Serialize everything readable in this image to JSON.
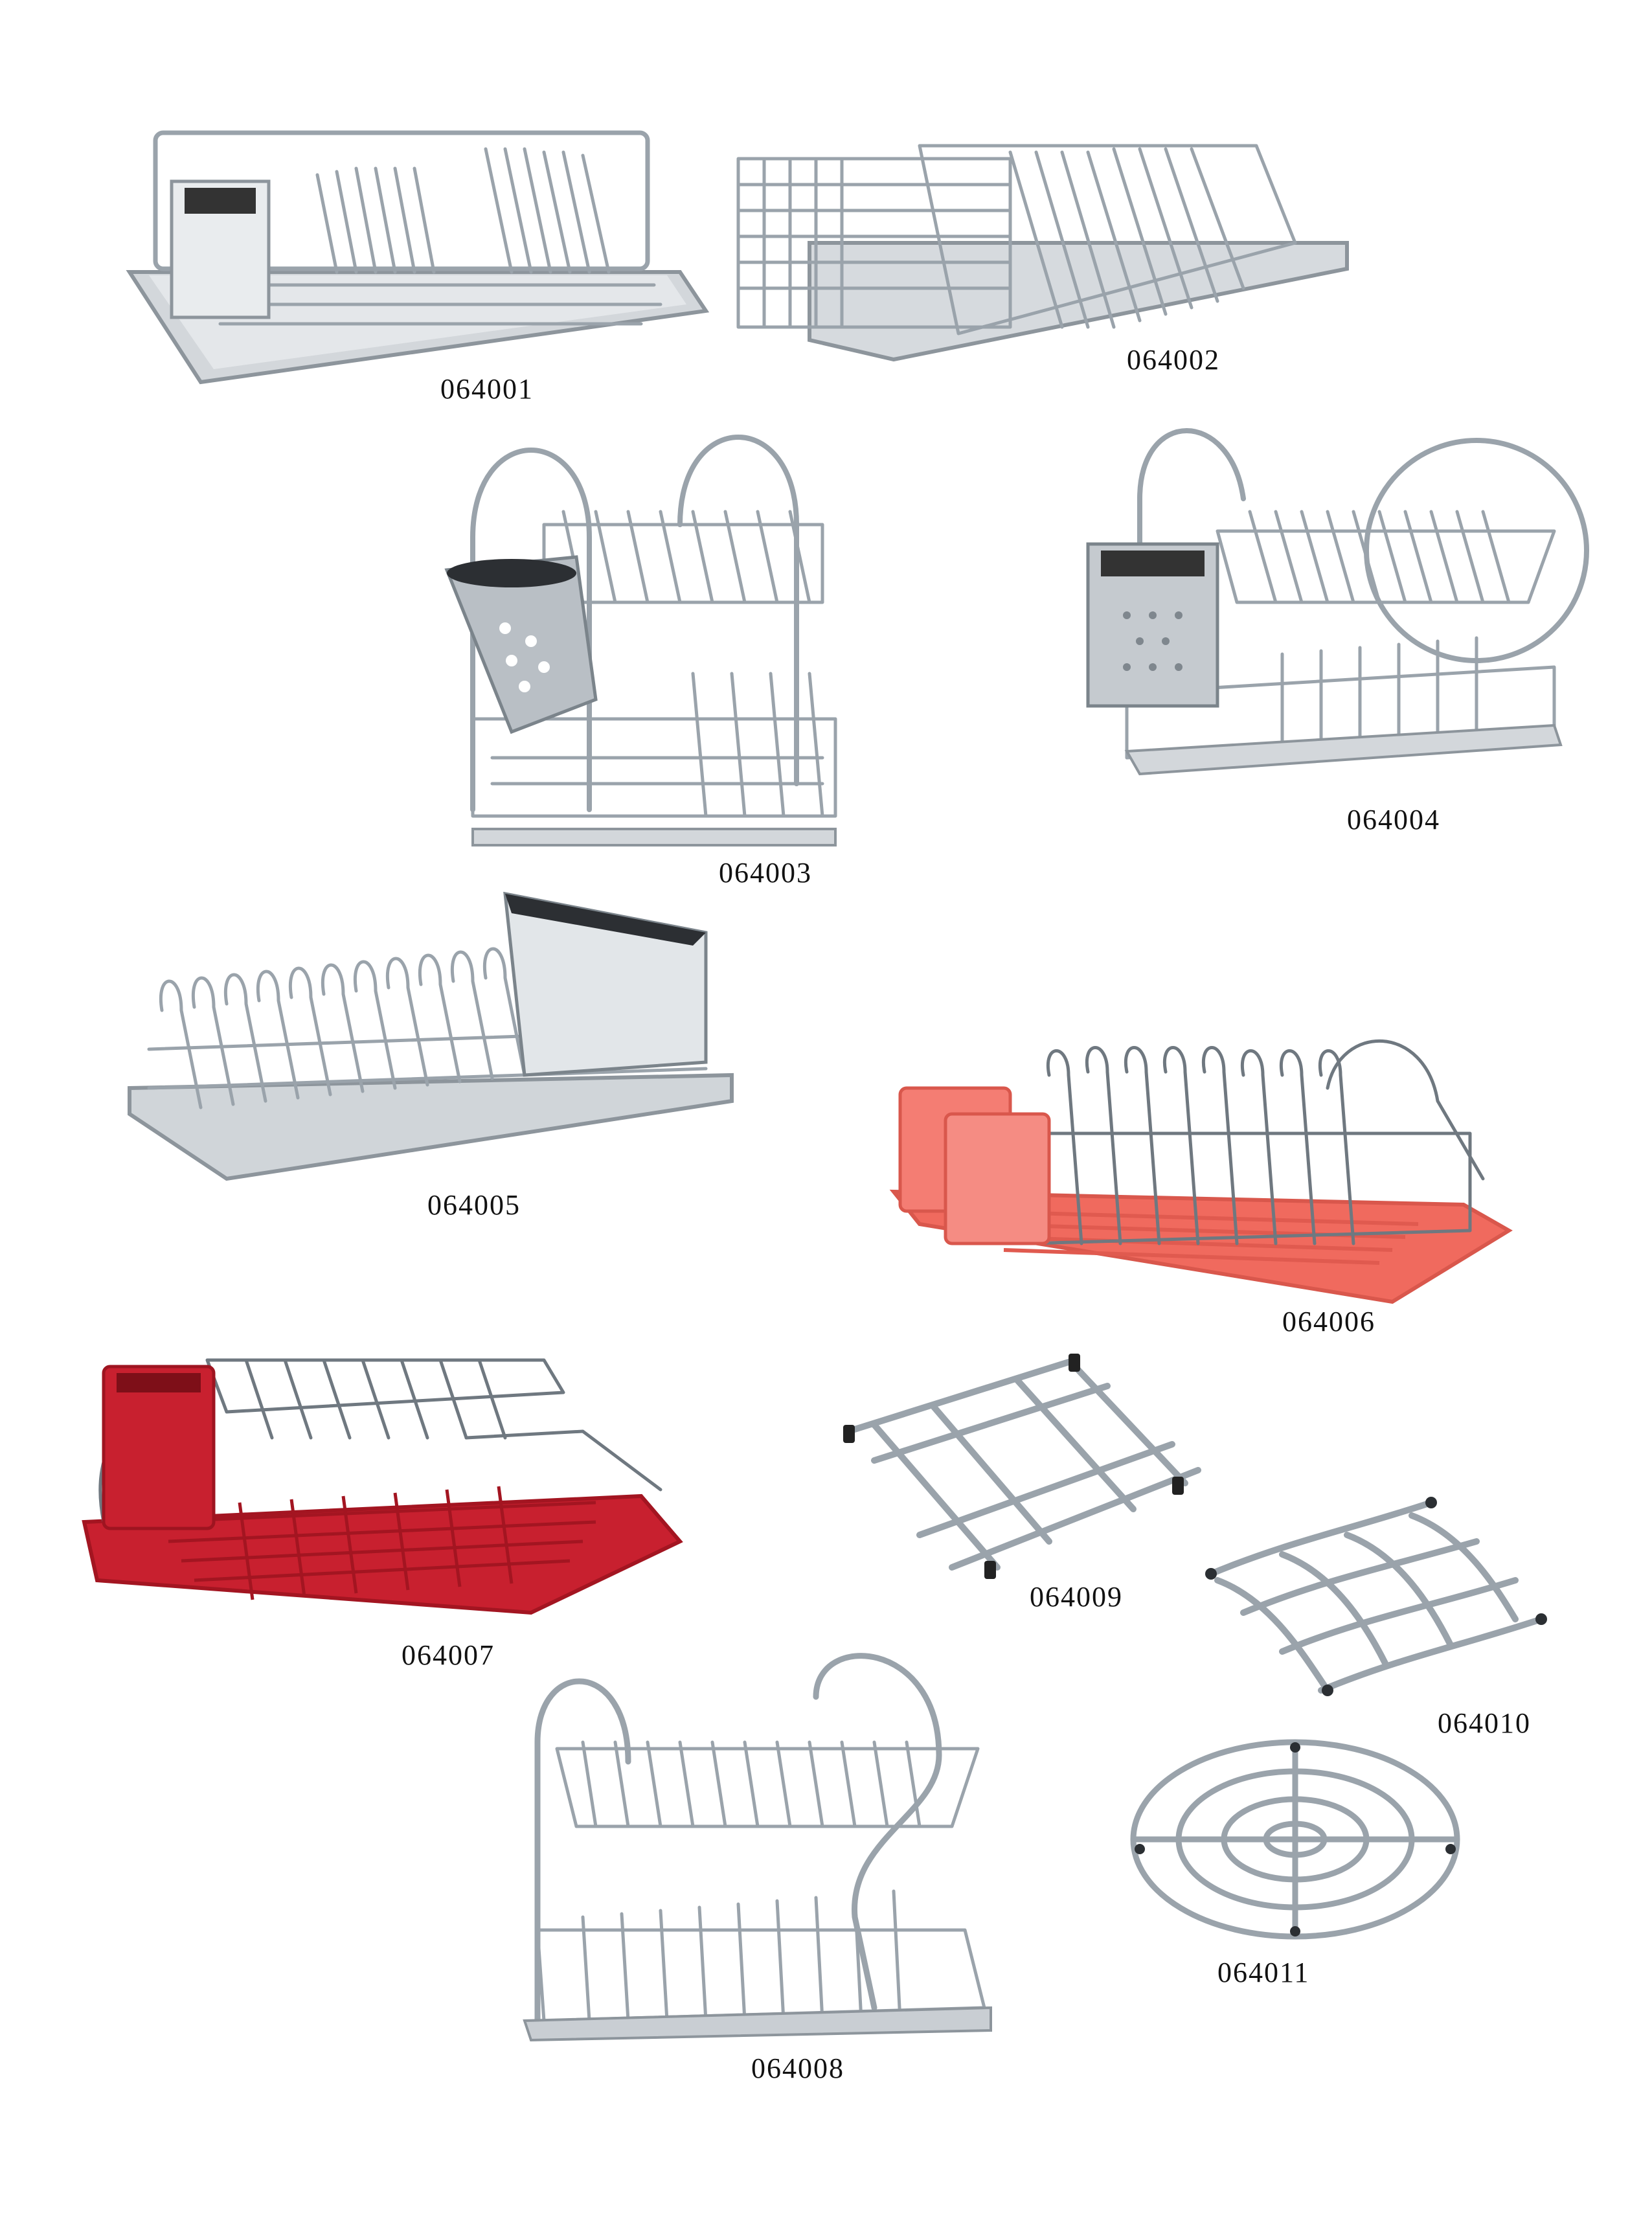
{
  "products": [
    {
      "code": "064001"
    },
    {
      "code": "064002"
    },
    {
      "code": "064003"
    },
    {
      "code": "064004"
    },
    {
      "code": "064005"
    },
    {
      "code": "064006"
    },
    {
      "code": "064007"
    },
    {
      "code": "064008"
    },
    {
      "code": "064009"
    },
    {
      "code": "064010"
    },
    {
      "code": "064011"
    }
  ],
  "colors": {
    "steel": "#9aa3ab",
    "steel_dark": "#6f7880",
    "tray_steel": "#c9ced3",
    "coral": "#f06a5e",
    "red": "#c8202f"
  }
}
